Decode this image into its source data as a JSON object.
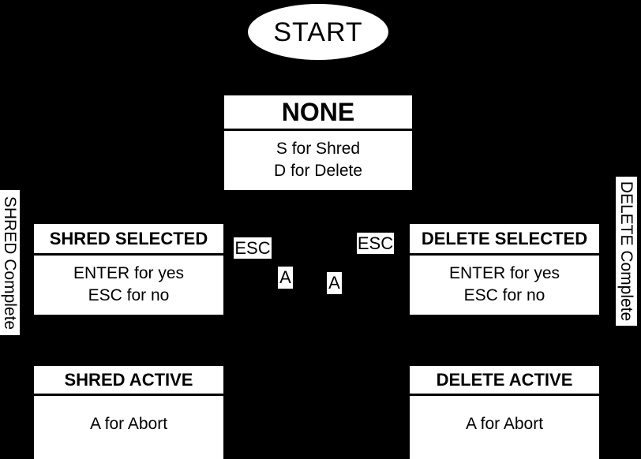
{
  "diagram": {
    "type": "state-machine",
    "background_color": "#000000",
    "node_fill_color": "#ffffff",
    "node_text_color": "#000000"
  },
  "start_node": {
    "label": "START",
    "shape": "ellipse"
  },
  "states": [
    {
      "id": "none",
      "title": "NONE",
      "lines": [
        "S for Shred",
        "D for Delete"
      ]
    },
    {
      "id": "shred-selected",
      "title": "SHRED SELECTED",
      "lines": [
        "ENTER for yes",
        "ESC for no"
      ]
    },
    {
      "id": "delete-selected",
      "title": "DELETE SELECTED",
      "lines": [
        "ENTER for yes",
        "ESC for no"
      ]
    },
    {
      "id": "shred-active",
      "title": "SHRED ACTIVE",
      "lines": [
        "A for Abort"
      ]
    },
    {
      "id": "delete-active",
      "title": "DELETE ACTIVE",
      "lines": [
        "A for Abort"
      ]
    }
  ],
  "edge_labels": {
    "shred_complete": "SHRED Complete",
    "delete_complete": "DELETE Complete",
    "esc_left": "ESC",
    "esc_right": "ESC",
    "abort_left": "A",
    "abort_right": "A"
  }
}
